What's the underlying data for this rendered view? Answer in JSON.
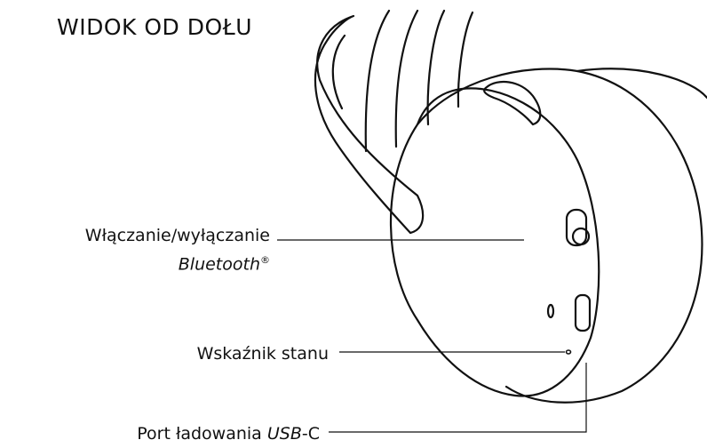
{
  "title": "WIDOK OD DOŁU",
  "callouts": {
    "bluetooth": {
      "line1": "Włączanie/wyłączanie",
      "line2": "Bluetooth",
      "sup": "®"
    },
    "status": {
      "label": "Wskaźnik stanu"
    },
    "usb": {
      "prefix": "Port ładowania ",
      "italic": "USB",
      "suffix": "-C"
    }
  }
}
